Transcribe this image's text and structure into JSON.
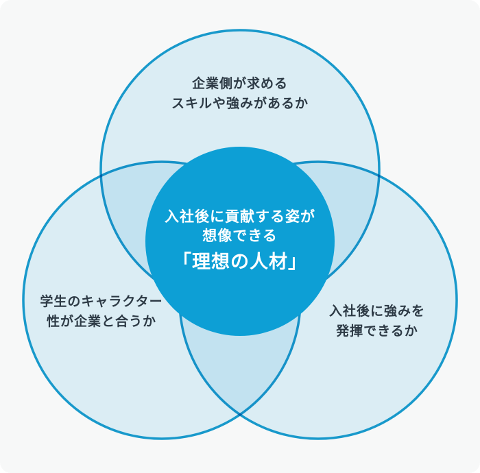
{
  "venn": {
    "top_circle": {
      "lines": [
        "企業側が求める",
        "スキルや強みがあるか"
      ]
    },
    "left_circle": {
      "lines": [
        "学生のキャラクター",
        "性が企業と合うか"
      ]
    },
    "right_circle": {
      "lines": [
        "入社後に強みを",
        "発揮できるか"
      ]
    },
    "center": {
      "lines": [
        "入社後に貢献する姿が",
        "想像できる"
      ],
      "emphasis": "「理想の人材」"
    },
    "colors": {
      "background": "#f7f8f8",
      "circle_outline": "#189dd1",
      "circle_fill": "#e2f4fb",
      "pairwise_overlap": "#b9e0ec",
      "center_fill": "#0d9fd5",
      "label_text": "#2d3a45",
      "center_text": "#ffffff"
    }
  }
}
